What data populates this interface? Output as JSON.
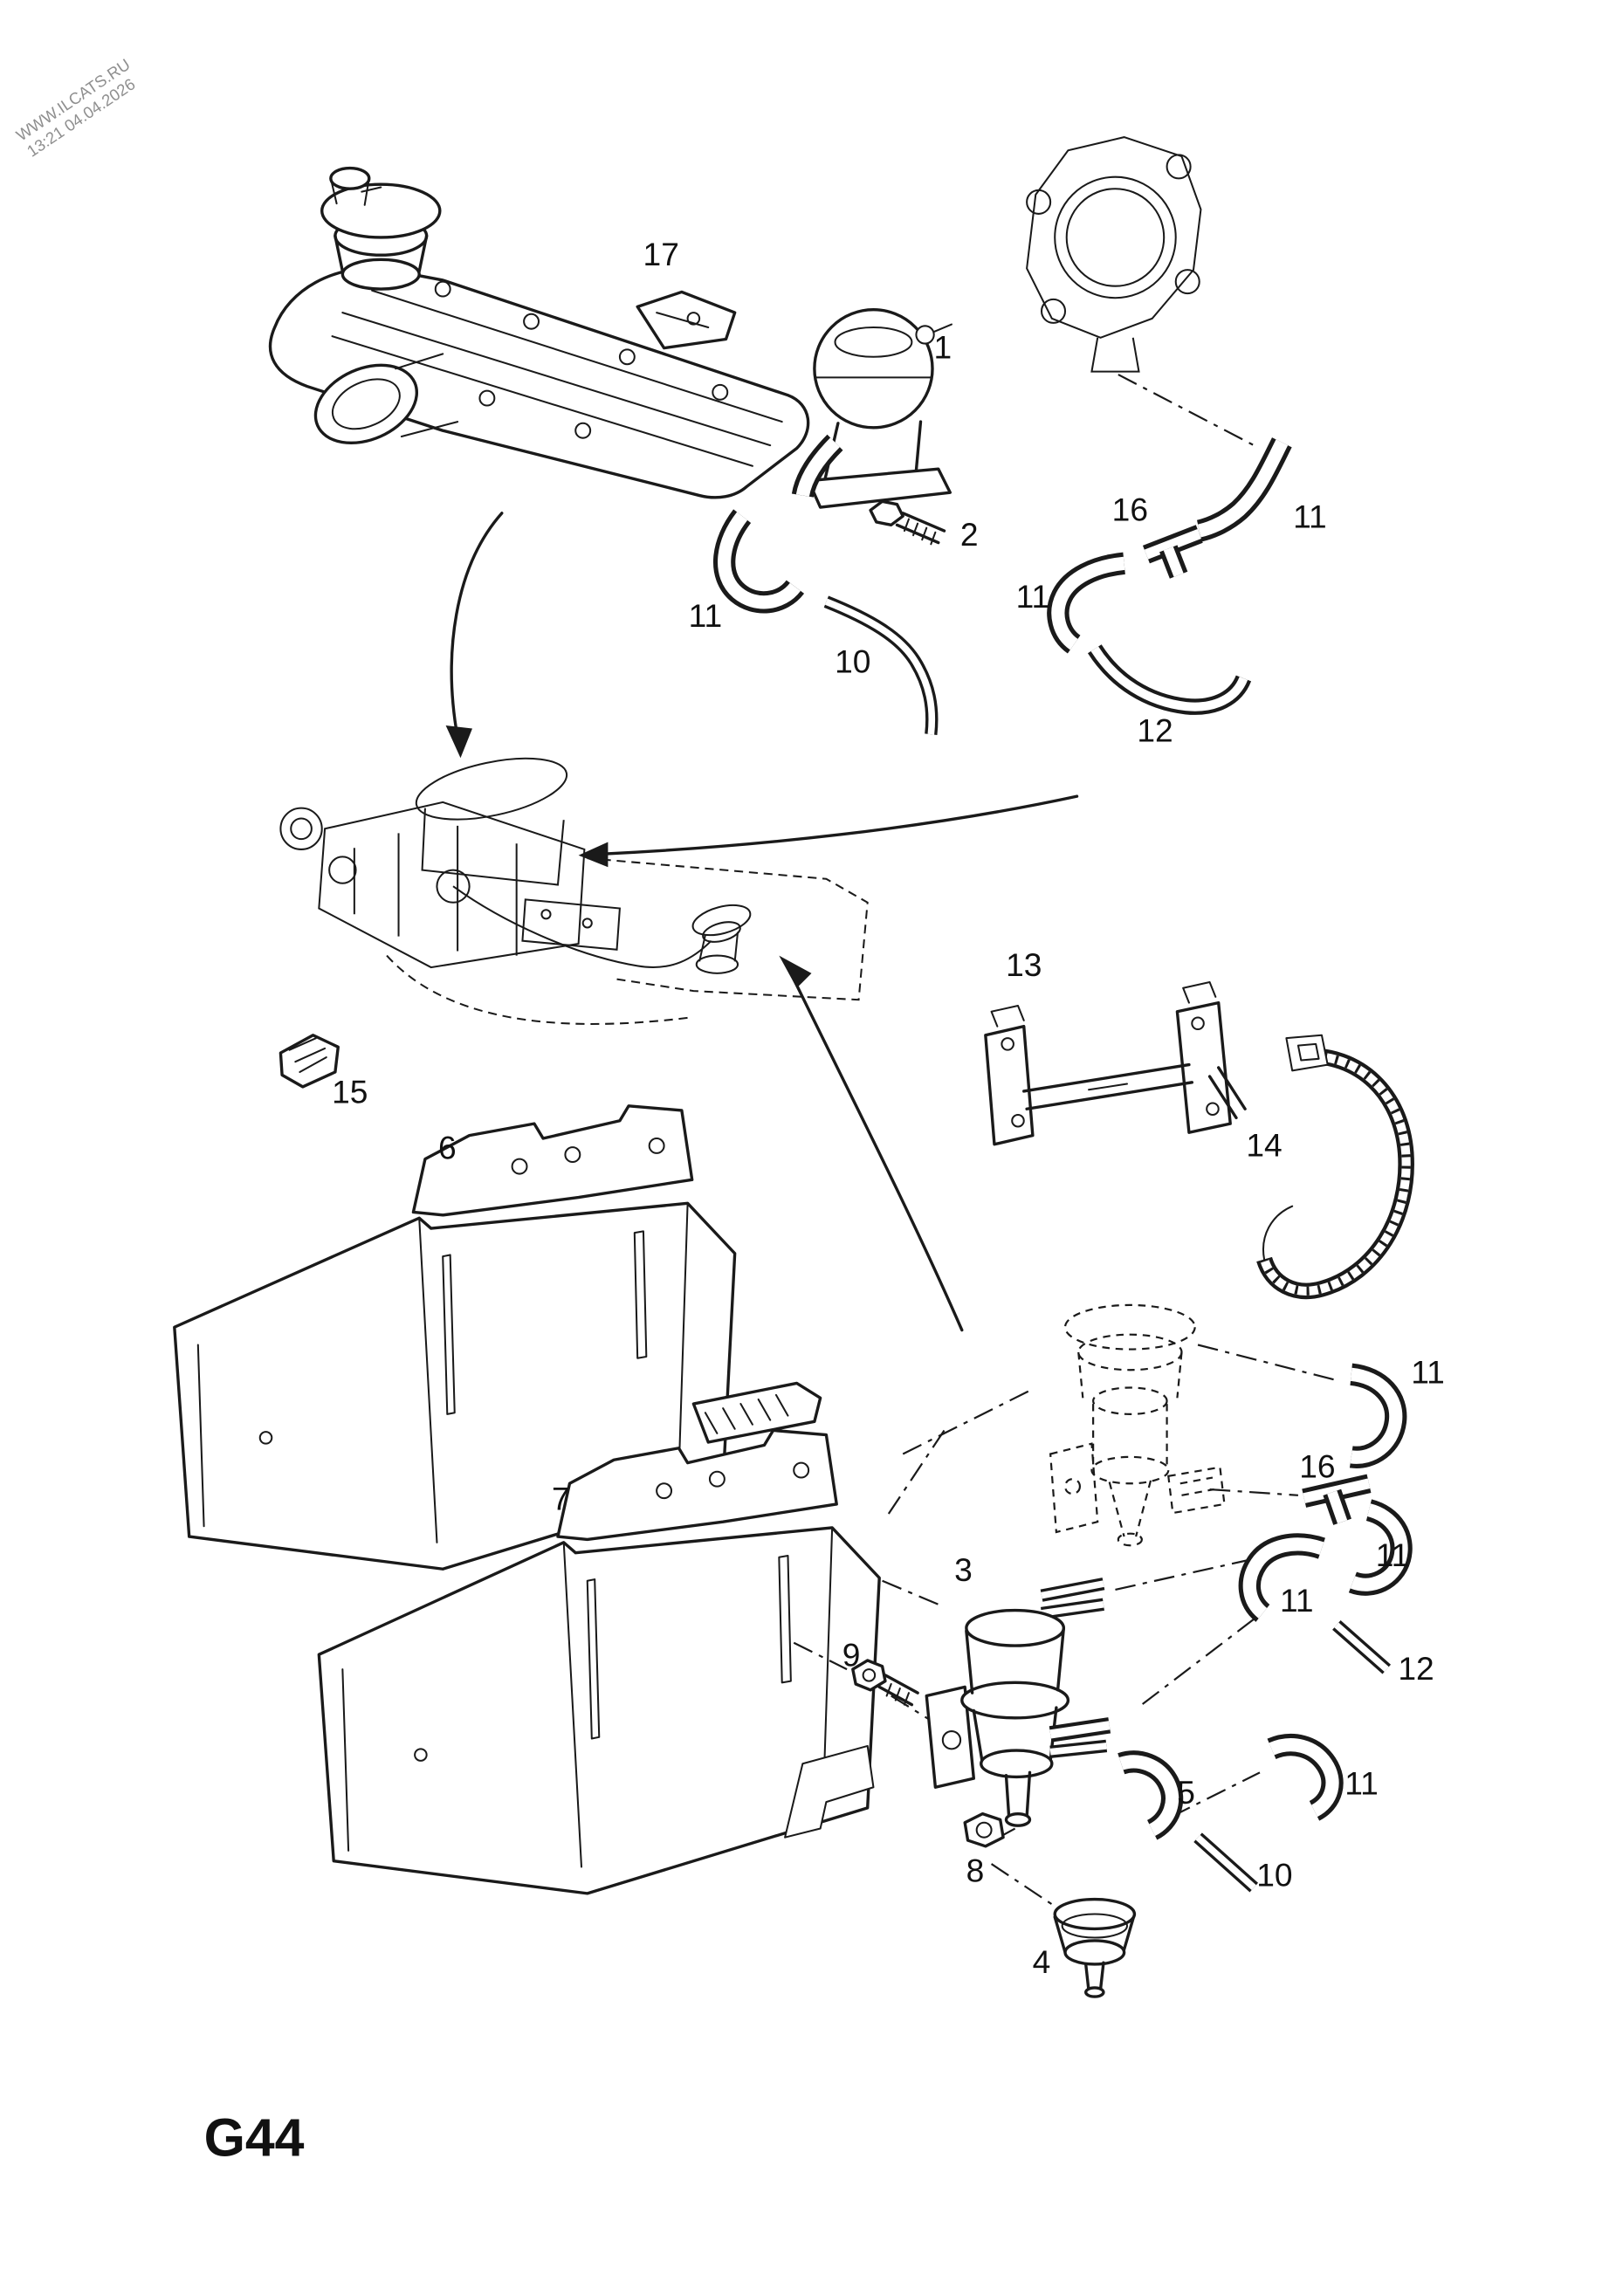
{
  "page": {
    "code": "G44",
    "watermark_line1": "WWW.ILCATS.RU",
    "watermark_line2": "13:21 04.04.2026"
  },
  "colors": {
    "ink": "#1a1a1a",
    "watermark": "#8f8f8f",
    "paper": "#ffffff"
  },
  "callouts": [
    "17",
    "1",
    "2",
    "11",
    "10",
    "16",
    "11",
    "11",
    "12",
    "13",
    "15",
    "6",
    "14",
    "7",
    "11",
    "16",
    "11",
    "11",
    "12",
    "3",
    "9",
    "5",
    "11",
    "8",
    "10",
    "4"
  ]
}
